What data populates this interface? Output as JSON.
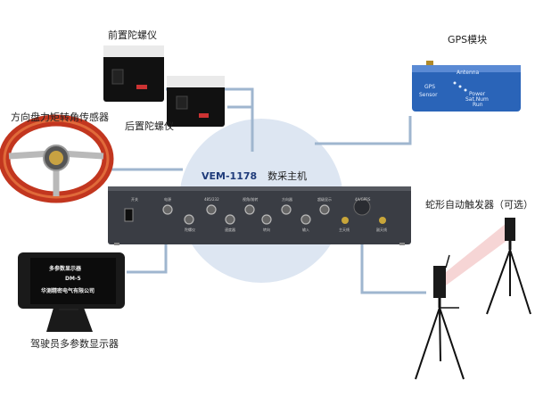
{
  "main_unit": {
    "model": "VEM-1178",
    "name": "数采主机",
    "panel_labels": [
      "开关",
      "电源",
      "485/232",
      "视角/前转",
      "方向器",
      "超级显示",
      "4A/GPRS",
      "陀螺仪",
      "速度器",
      "转向",
      "输入",
      "主天线",
      "副天线"
    ]
  },
  "labels": {
    "front_gyro": "前置陀螺仪",
    "rear_gyro": "后置陀螺仪",
    "steering_sensor": "方向盘力矩转角传感器",
    "gps_module": "GPS模块",
    "trigger": "蛇形自动触发器（可选）",
    "display": "驾驶员多参数显示器"
  },
  "gps": {
    "antenna": "Antenna",
    "line1": "GPS",
    "line2": "Sensor",
    "status": [
      "Power",
      "Sat.Num",
      "Run"
    ]
  },
  "display_screen": {
    "line1": "多参数显示器",
    "line2": "DM-5",
    "line3": "华测精密电气有限公司"
  },
  "colors": {
    "connector": "#9fb6cf",
    "circle": "#dde6f2",
    "unit": "#3a3d44",
    "gps": "#2a64b8",
    "wheel": "#c2361f"
  }
}
